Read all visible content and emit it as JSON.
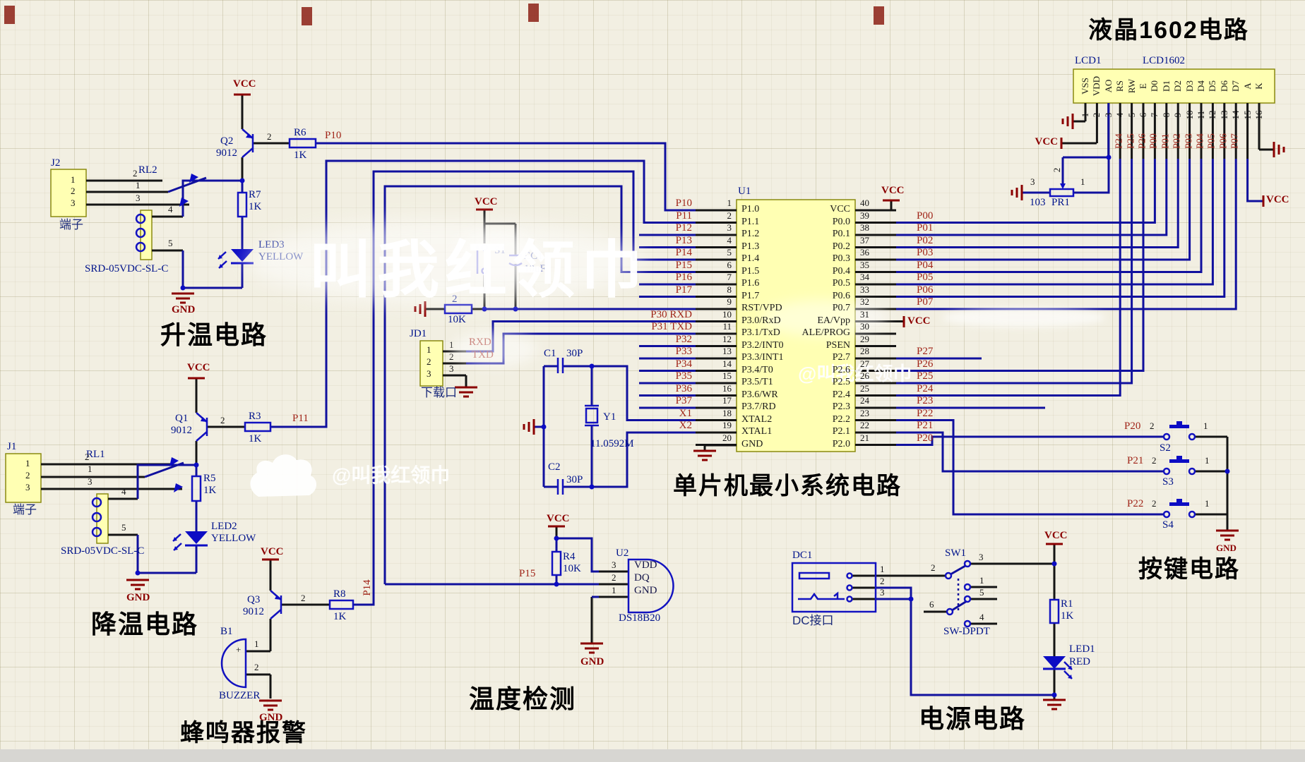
{
  "titles": {
    "lcd": "液晶1602电路",
    "mcu": "单片机最小系统电路",
    "heat": "升温电路",
    "cool": "降温电路",
    "buzzer": "蜂鸣器报警",
    "temp": "温度检测",
    "keys": "按键电路",
    "power": "电源电路"
  },
  "watermark": {
    "big": "叫我红领巾",
    "h1": "@叫我红领巾",
    "h2": "@叫我红领巾"
  },
  "power_nets": {
    "vcc": "VCC",
    "gnd": "GND"
  },
  "u1": {
    "ref": "U1",
    "left": [
      {
        "n": "1",
        "name": "P1.0",
        "net": "P10"
      },
      {
        "n": "2",
        "name": "P1.1",
        "net": "P11"
      },
      {
        "n": "3",
        "name": "P1.2",
        "net": "P12"
      },
      {
        "n": "4",
        "name": "P1.3",
        "net": "P13"
      },
      {
        "n": "5",
        "name": "P1.4",
        "net": "P14"
      },
      {
        "n": "6",
        "name": "P1.5",
        "net": "P15"
      },
      {
        "n": "7",
        "name": "P1.6",
        "net": "P16"
      },
      {
        "n": "8",
        "name": "P1.7",
        "net": "P17"
      },
      {
        "n": "9",
        "name": "RST/VPD",
        "net": ""
      },
      {
        "n": "10",
        "name": "P3.0/RxD",
        "net": "P30  RXD"
      },
      {
        "n": "11",
        "name": "P3.1/TxD",
        "net": "P31  TXD"
      },
      {
        "n": "12",
        "name": "P3.2/INT0",
        "net": "P32"
      },
      {
        "n": "13",
        "name": "P3.3/INT1",
        "net": "P33"
      },
      {
        "n": "14",
        "name": "P3.4/T0",
        "net": "P34"
      },
      {
        "n": "15",
        "name": "P3.5/T1",
        "net": "P35"
      },
      {
        "n": "16",
        "name": "P3.6/WR",
        "net": "P36"
      },
      {
        "n": "17",
        "name": "P3.7/RD",
        "net": "P37"
      },
      {
        "n": "18",
        "name": "XTAL2",
        "net": "X1"
      },
      {
        "n": "19",
        "name": "XTAL1",
        "net": "X2"
      },
      {
        "n": "20",
        "name": "GND",
        "net": ""
      }
    ],
    "right": [
      {
        "n": "40",
        "name": "VCC",
        "net": ""
      },
      {
        "n": "39",
        "name": "P0.0",
        "net": "P00"
      },
      {
        "n": "38",
        "name": "P0.1",
        "net": "P01"
      },
      {
        "n": "37",
        "name": "P0.2",
        "net": "P02"
      },
      {
        "n": "36",
        "name": "P0.3",
        "net": "P03"
      },
      {
        "n": "35",
        "name": "P0.4",
        "net": "P04"
      },
      {
        "n": "34",
        "name": "P0.5",
        "net": "P05"
      },
      {
        "n": "33",
        "name": "P0.6",
        "net": "P06"
      },
      {
        "n": "32",
        "name": "P0.7",
        "net": "P07"
      },
      {
        "n": "31",
        "name": "EA/Vpp",
        "net": ""
      },
      {
        "n": "30",
        "name": "ALE/PROG",
        "net": ""
      },
      {
        "n": "29",
        "name": "PSEN",
        "net": ""
      },
      {
        "n": "28",
        "name": "P2.7",
        "net": "P27"
      },
      {
        "n": "27",
        "name": "P2.6",
        "net": "P26"
      },
      {
        "n": "26",
        "name": "P2.5",
        "net": "P25"
      },
      {
        "n": "25",
        "name": "P2.4",
        "net": "P24"
      },
      {
        "n": "24",
        "name": "P2.3",
        "net": "P23"
      },
      {
        "n": "23",
        "name": "P2.2",
        "net": "P22"
      },
      {
        "n": "22",
        "name": "P2.1",
        "net": "P21"
      },
      {
        "n": "21",
        "name": "P2.0",
        "net": "P20"
      }
    ]
  },
  "lcd": {
    "ref": "LCD1",
    "part": "LCD1602",
    "pins": [
      {
        "n": "1",
        "name": "VSS",
        "net": ""
      },
      {
        "n": "2",
        "name": "VDD",
        "net": ""
      },
      {
        "n": "3",
        "name": "AO",
        "net": ""
      },
      {
        "n": "4",
        "name": "RS",
        "net": "P24"
      },
      {
        "n": "5",
        "name": "RW",
        "net": "P25"
      },
      {
        "n": "6",
        "name": "E",
        "net": "P26"
      },
      {
        "n": "7",
        "name": "D0",
        "net": "P00"
      },
      {
        "n": "8",
        "name": "D1",
        "net": "P01"
      },
      {
        "n": "9",
        "name": "D2",
        "net": "P02"
      },
      {
        "n": "10",
        "name": "D3",
        "net": "P03"
      },
      {
        "n": "11",
        "name": "D4",
        "net": "P04"
      },
      {
        "n": "12",
        "name": "D5",
        "net": "P05"
      },
      {
        "n": "13",
        "name": "D6",
        "net": "P06"
      },
      {
        "n": "14",
        "name": "D7",
        "net": "P07"
      },
      {
        "n": "15",
        "name": "A",
        "net": ""
      },
      {
        "n": "16",
        "name": "K",
        "net": ""
      }
    ]
  },
  "pot": {
    "ref": "PR1",
    "val": "103",
    "p1": "1",
    "p2": "2",
    "p3": "3"
  },
  "heat": {
    "j": "J2",
    "jlbl": "端子",
    "jp": [
      "1",
      "2",
      "3"
    ],
    "relay": "RL2",
    "relay_part": "SRD-05VDC-SL-C",
    "cp": [
      "2",
      "1",
      "3"
    ],
    "coilp": [
      "4",
      "5"
    ],
    "q": "Q2",
    "qp": "9012",
    "qb": "2",
    "rb": "R6",
    "rbv": "1K",
    "rl": "R7",
    "rlv": "1K",
    "led": "LED3",
    "ledv": "YELLOW",
    "net": "P10"
  },
  "cool": {
    "j": "J1",
    "jlbl": "端子",
    "jp": [
      "1",
      "2",
      "3"
    ],
    "relay": "RL1",
    "relay_part": "SRD-05VDC-SL-C",
    "cp": [
      "2",
      "1",
      "3"
    ],
    "coilp": [
      "4",
      "5"
    ],
    "q": "Q1",
    "qp": "9012",
    "qb": "2",
    "rb": "R3",
    "rbv": "1K",
    "rl": "R5",
    "rlv": "1K",
    "led": "LED2",
    "ledv": "YELLOW",
    "net": "P11"
  },
  "buzz": {
    "q": "Q3",
    "qp": "9012",
    "qb": "2",
    "r": "R8",
    "rv": "1K",
    "net": "P14",
    "b": "B1",
    "bl": "BUZZER",
    "p1": "1",
    "p2": "2",
    "plus": "+"
  },
  "rst": {
    "s": "S1",
    "cap": "EC1",
    "capv": "10uF",
    "rv": "10K",
    "rp": "2"
  },
  "dl": {
    "ref": "JD1",
    "lbl": "下载口",
    "pins": [
      "1",
      "2",
      "3"
    ],
    "rx": "RXD",
    "tx": "TXD"
  },
  "xtal": {
    "c1": "C1",
    "c1v": "30P",
    "c2": "C2",
    "c2v": "30P",
    "y": "Y1",
    "f": "11.0592M"
  },
  "temp": {
    "ref": "U2",
    "part": "DS18B20",
    "r": "R4",
    "rv": "10K",
    "net": "P15",
    "names": [
      "VDD",
      "DQ",
      "GND"
    ],
    "nums": [
      "3",
      "2",
      "1"
    ]
  },
  "pwr": {
    "dc": "DC1",
    "dclbl": "DC接口",
    "dcp": [
      "1",
      "2",
      "3"
    ],
    "sw": "SW1",
    "swpart": "SW-DPDT",
    "swp": {
      "c": "2",
      "t": "3",
      "m1": "1",
      "m5": "5",
      "b": "6",
      "m4": "4"
    },
    "r": "R1",
    "rv": "1K",
    "led": "LED1",
    "ledv": "RED"
  },
  "keys": {
    "list": [
      {
        "ref": "S2",
        "net": "P20"
      },
      {
        "ref": "S3",
        "net": "P21"
      },
      {
        "ref": "S4",
        "net": "P22"
      }
    ],
    "pin2": "2",
    "pin1": "1"
  }
}
